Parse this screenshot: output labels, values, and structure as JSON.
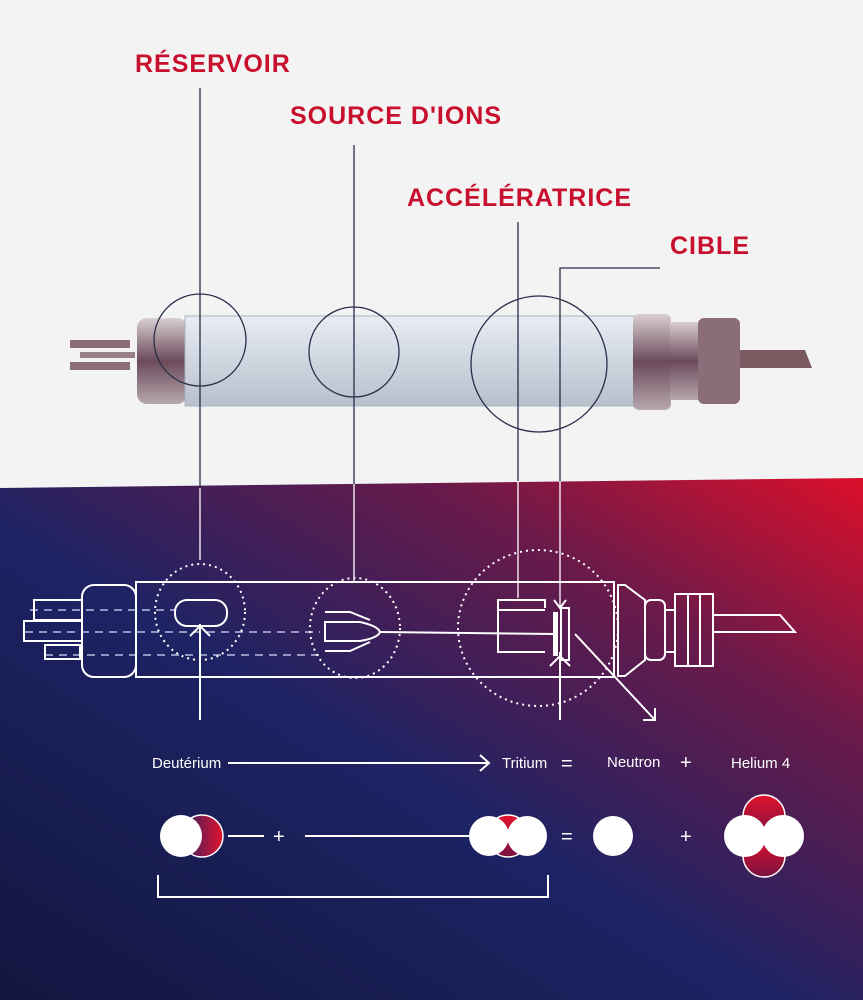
{
  "labels": {
    "reservoir": "RÉSERVOIR",
    "ion_source": "SOURCE D'IONS",
    "accelerator": "ACCÉLÉRATRICE",
    "target": "CIBLE"
  },
  "equation": {
    "deuterium": "Deutérium",
    "tritium": "Tritium",
    "equals": "=",
    "neutron": "Neutron",
    "plus": "+",
    "helium": "Helium 4"
  },
  "colors": {
    "accent_red": "#c8102e",
    "navy": "#1b1f5c",
    "background": "#f3f3f4"
  }
}
